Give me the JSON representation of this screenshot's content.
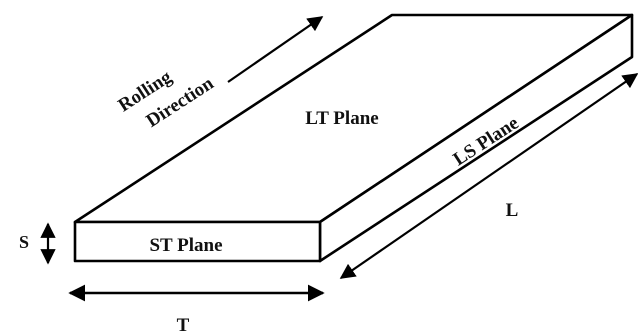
{
  "labels": {
    "rolling_line1": "Rolling",
    "rolling_line2": "Direction",
    "lt_plane": "LT Plane",
    "ls_plane": "LS Plane",
    "st_plane": "ST Plane",
    "s": "S",
    "t": "T",
    "l": "L"
  },
  "colors": {
    "stroke": "#000000",
    "text": "#111111"
  }
}
